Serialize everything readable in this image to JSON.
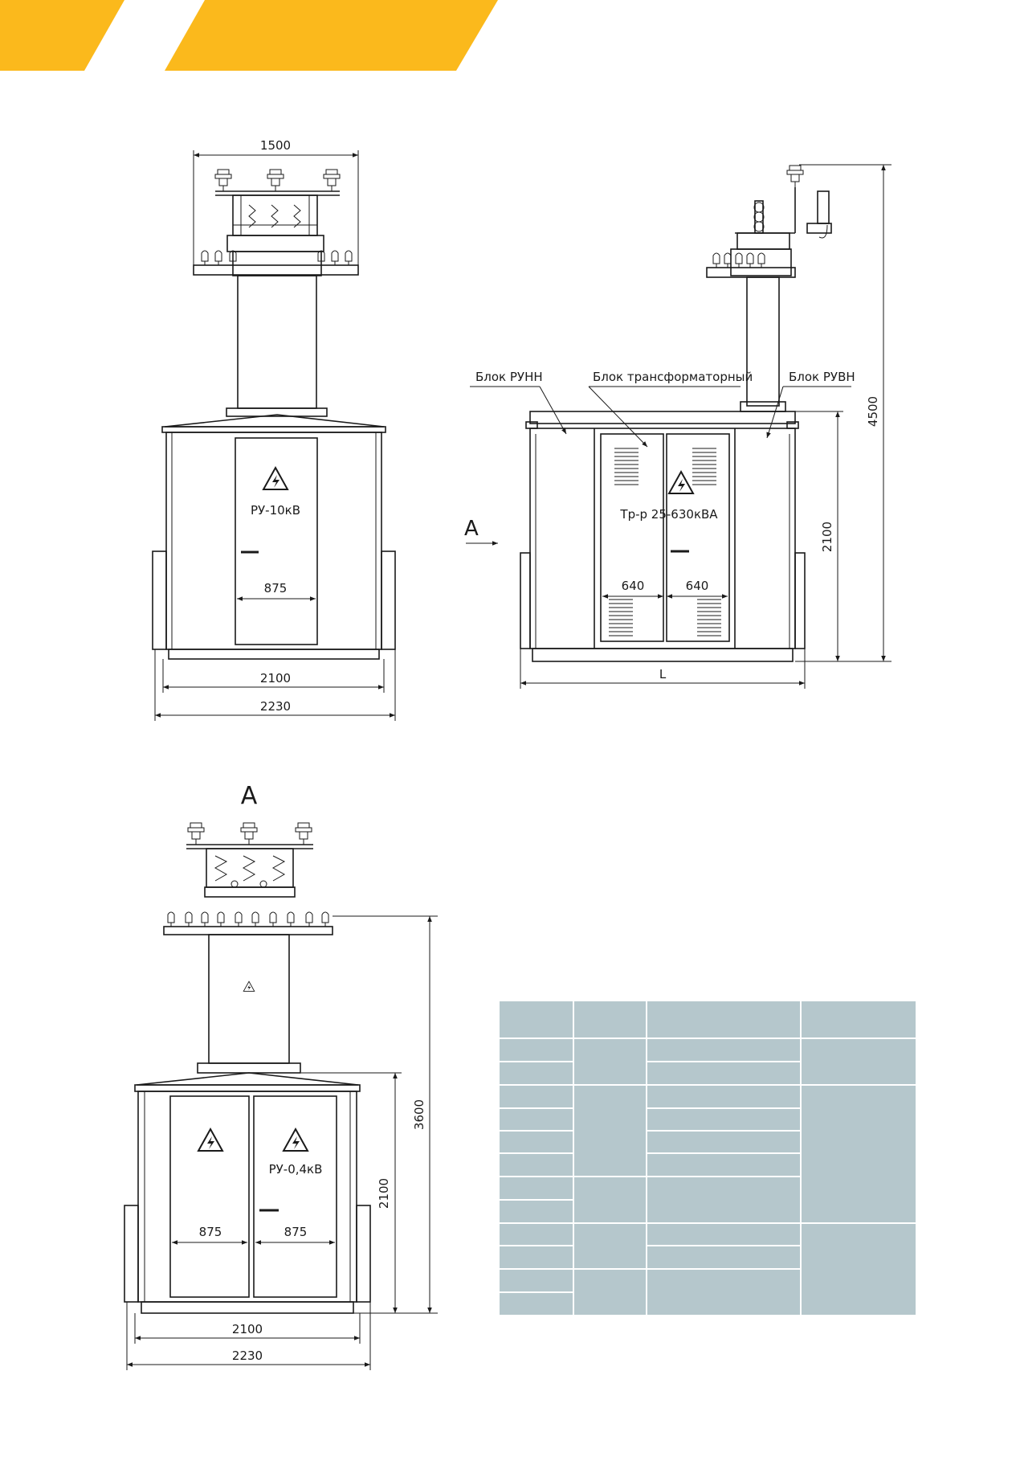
{
  "banner": {
    "color": "#fbb91c"
  },
  "table": {
    "color": "#b5c7cc",
    "line_color": "#ffffff"
  },
  "front_view": {
    "width_top": "1500",
    "panel_label": "РУ-10кВ",
    "door_width": "875",
    "base_width": "2100",
    "total_width": "2230"
  },
  "side_view": {
    "block_low": "Блок РУНН",
    "block_transformer": "Блок трансформаторный",
    "block_high": "Блок РУВН",
    "transformer_label": "Тр-р 25-630кВА",
    "door_left": "640",
    "door_right": "640",
    "length": "L",
    "height_body": "2100",
    "height_total": "4500",
    "view_arrow": "A"
  },
  "view_a": {
    "title": "A",
    "panel_label": "РУ-0,4кВ",
    "door_left": "875",
    "door_right": "875",
    "base_width": "2100",
    "total_width": "2230",
    "height_body": "2100",
    "height_total": "3600"
  }
}
